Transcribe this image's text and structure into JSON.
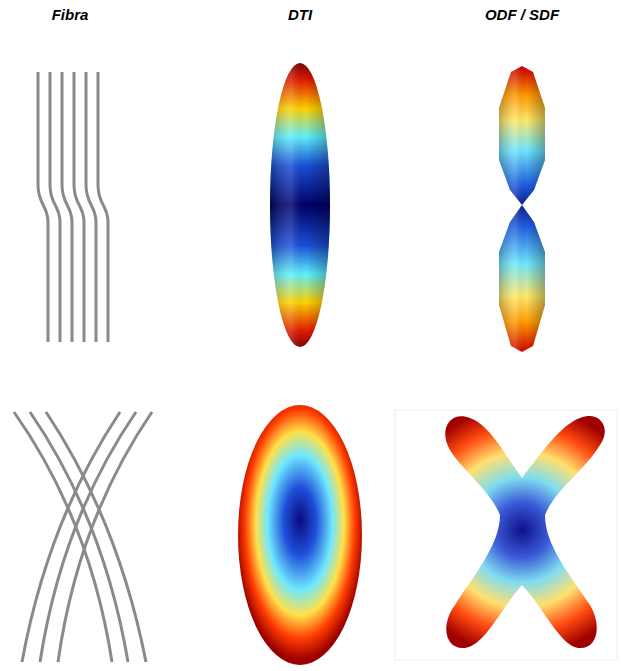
{
  "diagram": {
    "labels": [
      "Fibra",
      "DTI",
      "ODF / SDF"
    ]
  }
}
